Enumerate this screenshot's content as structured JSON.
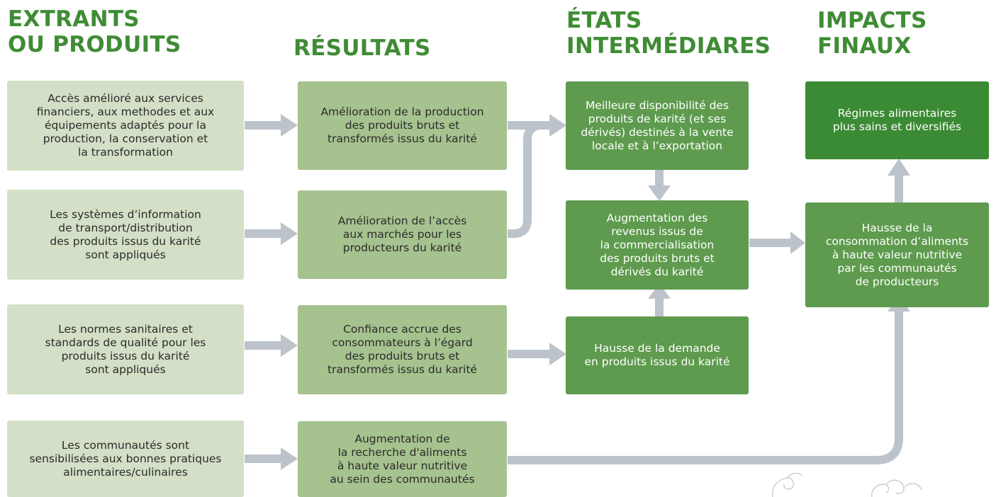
{
  "headers": {
    "col1": [
      "EXTRANTS",
      "OU PRODUITS"
    ],
    "col2": [
      "RÉSULTATS"
    ],
    "col3": [
      "ÉTATS",
      "INTERMÉDIARES"
    ],
    "col4": [
      "IMPACTS",
      "FINAUX"
    ]
  },
  "outputs": [
    "Accès amélioré aux services\nfinanciers, aux methodes et aux\néquipements adaptés pour la\nproduction, la conservation et\nla transformation",
    "Les systèmes d’information\nde transport/distribution\ndes produits issus du karité\nsont appliqués",
    "Les normes sanitaires et\nstandards de qualité pour les\nproduits issus du karité\nsont appliqués",
    "Les communautés sont\nsensibilisées aux bonnes pratiques\nalimentaires/culinaires"
  ],
  "results": [
    "Amélioration de la production\ndes produits bruts et\ntransformés issus du karité",
    "Amélioration de l’accès\naux marchés pour les\nproducteurs du karité",
    "Confiance accrue des\nconsommateurs à l’égard\ndes produits bruts et\ntransformés issus du karité",
    "Augmentation de\nla recherche d'aliments\nà haute valeur nutritive\nau sein des communautés"
  ],
  "intermediate": [
    "Meilleure disponibilité des\nproduits de karité (et ses\ndérivés) destinés à la vente\nlocale et à l’exportation",
    "Augmentation des\nrevenus issus de\nla commercialisation\ndes produits bruts et\ndérivés du karité",
    "Hausse de la demande\nen produits issus du karité"
  ],
  "impacts": [
    "Hausse de la\nconsommation d’aliments\nà haute valeur nutritive\npar les communautés\nde producteurs",
    "Régimes alimentaires\nplus sains et diversifiés"
  ],
  "colors": {
    "header": "#3f8c35",
    "outputs_bg": "#d3dfc6",
    "results_bg": "#a6c28f",
    "intermediate_bg": "#5e9b4e",
    "impact_final_bg": "#3b8a34",
    "arrow": "#bcc3cb"
  }
}
